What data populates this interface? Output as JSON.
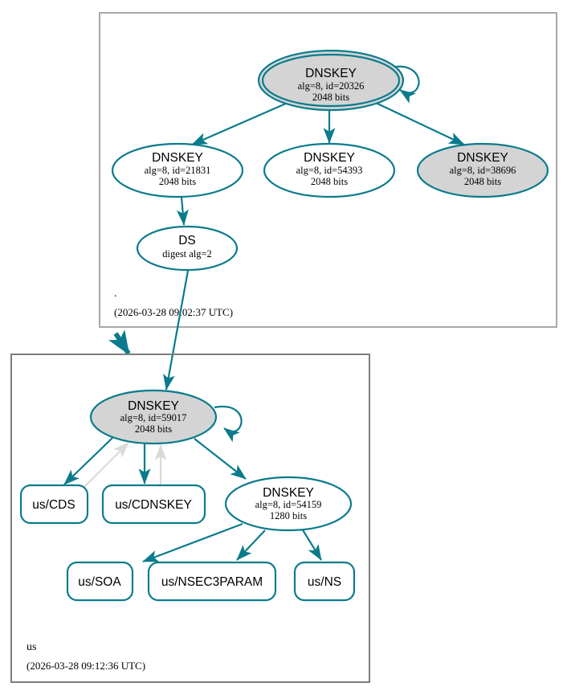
{
  "diagram": {
    "type": "dnssec-authentication-chain",
    "colors": {
      "accent_teal": "#0a7b8c",
      "node_fill_secure": "#d4d4d4",
      "node_fill_plain": "#ffffff",
      "zone_border": "#a8a8a8",
      "grey_edge": "#d9d9d9"
    }
  },
  "zones": [
    {
      "id": "root",
      "name": ".",
      "timestamp": "(2026-03-28 09:02:37 UTC)"
    },
    {
      "id": "us",
      "name": "us",
      "timestamp": "(2026-03-28 09:12:36 UTC)"
    }
  ],
  "nodes": {
    "root_ksk": {
      "type": "DNSKEY",
      "title": "DNSKEY",
      "line2": "alg=8, id=20326",
      "line3": "2048 bits",
      "alg": 8,
      "key_id": 20326,
      "bits": 2048,
      "shape": "doubleellipse",
      "fill": "grey",
      "self_signed": true
    },
    "root_zsk_21831": {
      "type": "DNSKEY",
      "title": "DNSKEY",
      "line2": "alg=8, id=21831",
      "line3": "2048 bits",
      "alg": 8,
      "key_id": 21831,
      "bits": 2048,
      "shape": "ellipse",
      "fill": "white",
      "self_signed": false
    },
    "root_zsk_54393": {
      "type": "DNSKEY",
      "title": "DNSKEY",
      "line2": "alg=8, id=54393",
      "line3": "2048 bits",
      "alg": 8,
      "key_id": 54393,
      "bits": 2048,
      "shape": "ellipse",
      "fill": "white",
      "self_signed": false
    },
    "root_zsk_38696": {
      "type": "DNSKEY",
      "title": "DNSKEY",
      "line2": "alg=8, id=38696",
      "line3": "2048 bits",
      "alg": 8,
      "key_id": 38696,
      "bits": 2048,
      "shape": "ellipse",
      "fill": "grey",
      "self_signed": false
    },
    "ds_us": {
      "type": "DS",
      "title": "DS",
      "line2": "digest alg=2",
      "line3": "",
      "digest_alg": 2,
      "shape": "ellipse",
      "fill": "white"
    },
    "us_ksk": {
      "type": "DNSKEY",
      "title": "DNSKEY",
      "line2": "alg=8, id=59017",
      "line3": "2048 bits",
      "alg": 8,
      "key_id": 59017,
      "bits": 2048,
      "shape": "ellipse",
      "fill": "grey",
      "self_signed": true
    },
    "us_zsk": {
      "type": "DNSKEY",
      "title": "DNSKEY",
      "line2": "alg=8, id=54159",
      "line3": "1280 bits",
      "alg": 8,
      "key_id": 54159,
      "bits": 1280,
      "shape": "ellipse",
      "fill": "white",
      "self_signed": false
    },
    "us_cds": {
      "type": "RRset",
      "label": "us/CDS",
      "shape": "rect"
    },
    "us_cdnskey": {
      "type": "RRset",
      "label": "us/CDNSKEY",
      "shape": "rect"
    },
    "us_soa": {
      "type": "RRset",
      "label": "us/SOA",
      "shape": "rect"
    },
    "us_nsec3param": {
      "type": "RRset",
      "label": "us/NSEC3PARAM",
      "shape": "rect"
    },
    "us_ns": {
      "type": "RRset",
      "label": "us/NS",
      "shape": "rect"
    }
  },
  "edges": [
    {
      "from": "root_ksk",
      "to": "root_ksk",
      "style": "teal",
      "kind": "self-sign"
    },
    {
      "from": "root_ksk",
      "to": "root_zsk_21831",
      "style": "teal",
      "kind": "sign"
    },
    {
      "from": "root_ksk",
      "to": "root_zsk_54393",
      "style": "teal",
      "kind": "sign"
    },
    {
      "from": "root_ksk",
      "to": "root_zsk_38696",
      "style": "teal",
      "kind": "sign"
    },
    {
      "from": "root_zsk_21831",
      "to": "ds_us",
      "style": "teal",
      "kind": "sign"
    },
    {
      "from": "ds_us",
      "to": "us_ksk",
      "style": "teal",
      "kind": "delegation"
    },
    {
      "from": "us_ksk",
      "to": "us_ksk",
      "style": "teal",
      "kind": "self-sign"
    },
    {
      "from": "us_ksk",
      "to": "us_cds",
      "style": "teal",
      "kind": "sign"
    },
    {
      "from": "us_cds",
      "to": "us_ksk",
      "style": "grey",
      "kind": "references"
    },
    {
      "from": "us_ksk",
      "to": "us_cdnskey",
      "style": "teal",
      "kind": "sign"
    },
    {
      "from": "us_cdnskey",
      "to": "us_ksk",
      "style": "grey",
      "kind": "references"
    },
    {
      "from": "us_ksk",
      "to": "us_zsk",
      "style": "teal",
      "kind": "sign"
    },
    {
      "from": "us_zsk",
      "to": "us_soa",
      "style": "teal",
      "kind": "sign"
    },
    {
      "from": "us_zsk",
      "to": "us_nsec3param",
      "style": "teal",
      "kind": "sign"
    },
    {
      "from": "us_zsk",
      "to": "us_ns",
      "style": "teal",
      "kind": "sign"
    }
  ]
}
